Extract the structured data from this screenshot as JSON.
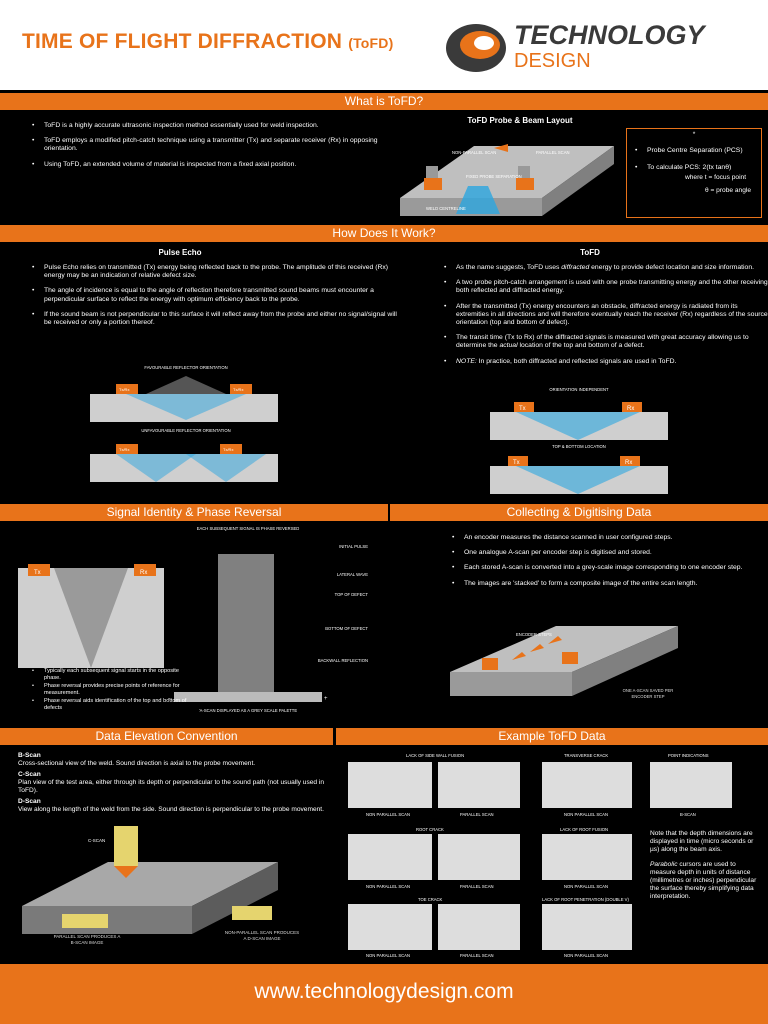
{
  "header": {
    "title_main": "TIME OF FLIGHT DIFFRACTION",
    "title_sub": "(ToFD)",
    "logo_line1": "TECHNOLOGY",
    "logo_line2": "DESIGN"
  },
  "sections": {
    "what": "What is ToFD?",
    "how": "How Does It Work?",
    "signal": "Signal Identity & Phase Reversal",
    "collect": "Collecting & Digitising Data",
    "elev": "Data Elevation Convention",
    "example": "Example ToFD Data"
  },
  "what_bullets": [
    "ToFD is a highly accurate ultrasonic inspection method essentially used for weld inspection.",
    "ToFD employs a modified pitch-catch technique using a transmitter (Tx) and separate receiver (Rx) in opposing orientation.",
    "Using ToFD, an extended volume of material is inspected from a fixed axial position."
  ],
  "probe": {
    "title": "ToFD Probe & Beam Layout",
    "nonparallel": "NON-PARALLEL SCAN",
    "parallel": "PARALLEL SCAN",
    "fixed": "FIXED PROBE SEPARATION",
    "weld": "WELD CENTRELINE"
  },
  "pcs": {
    "star": "*",
    "item1": "Probe Centre Separation (PCS)",
    "item2": "To calculate PCS: 2(tx tanθ)",
    "line3": "where t = focus point",
    "line4": "θ = probe angle"
  },
  "pulse": {
    "title": "Pulse Echo",
    "bullets": [
      "Pulse Echo relies on transmitted (Tx) energy being reflected back to the probe. The amplitude of this received (Rx) energy may be an indication of relative defect size.",
      "The angle of incidence is equal to the angle of reflection therefore transmitted sound beams must encounter a perpendicular surface to reflect the energy with optimum efficiency back to the probe.",
      "If the sound beam is not perpendicular to this surface it will reflect away from the probe and either no signal/signal will be received or only a portion thereof."
    ],
    "fav": "FAVOURABLE REFLECTOR ORIENTATION",
    "unfav": "UNFAVOURABLE REFLECTOR ORIENTATION",
    "txrx": "Tx/Rx"
  },
  "tofd": {
    "title": "ToFD",
    "b1_pre": "As the name suggests, ToFD uses ",
    "b1_em": "diffracted",
    "b1_post": " energy to provide defect location and size information.",
    "b2": "A two probe pitch-catch arrangement is used with one probe transmitting energy and the other receiving both reflected and diffracted energy.",
    "b3": "After the transmitted (Tx) energy encounters an obstacle, diffracted energy is radiated from its extremities in all directions and will therefore eventually reach the receiver (Rx) regardless of the source orientation (top and bottom of defect).",
    "b4_pre": "The transit time (Tx to Rx) of the diffracted signals is measured with great accuracy allowing us to determine the ",
    "b4_em": "actual",
    "b4_post": " location of the top and bottom of a defect.",
    "b5_em": "NOTE:",
    "b5_post": " In practice, both diffracted and reflected signals are used in ToFD.",
    "orient": "ORIENTATION INDEPENDENT",
    "topbottom": "TOP & BOTTOM LOCATION",
    "tx": "Tx",
    "rx": "Rx"
  },
  "signal": {
    "note": "EACH SUBSEQUENT SIGNAL IS PHASE REVERSED",
    "initial": "INITIAL PULSE",
    "lateral": "LATERAL WAVE",
    "topdef": "TOP OF DEFECT",
    "botdef": "BOTTOM OF DEFECT",
    "backwall": "BACKWALL REFLECTION",
    "palette": "'A-SCAN DISPLAYED AS A GREY SCALE PALETTE",
    "minus": "-",
    "plus": "+",
    "bullets": [
      "Typically each subsequent signal starts in the opposite phase.",
      "Phase reversal provides precise points of reference for measurement.",
      "Phase reversal aids identification of the top and bottom of defects"
    ]
  },
  "collect": {
    "bullets": [
      "An encoder measures the distance scanned in user configured steps.",
      "One analogue A-scan per encoder step is digitised and stored.",
      "Each stored A-scan is converted into a grey-scale image corresponding to one encoder step.",
      "The images are 'stacked' to form a composite image of the entire scan length."
    ],
    "encoder": "ENCODER STEPS",
    "oneascan": "ONE A-SCAN SAVED PER ENCODER STEP"
  },
  "elev": {
    "bscan_t": "B-Scan",
    "bscan": "Cross-sectional view of the weld. Sound direction is axial to the probe movement.",
    "cscan_t": "C-Scan",
    "cscan": "Plan view of the test area, either through its depth or perpendicular to the sound path (not usually used in ToFD).",
    "dscan_t": "D-Scan",
    "dscan": "View along the length of the weld from the side. Sound direction is perpendicular to the probe movement.",
    "clabel": "C-SCAN",
    "plabel": "PARALLEL SCAN PRODUCES A B-SCAN IMAGE",
    "nplabel": "NON-PARALLEL SCAN PRODUCES A D-SCAN IMAGE"
  },
  "example": {
    "c1": "LACK OF SIDE WALL FUSION",
    "c2": "TRANSVERSE CRACK",
    "c3": "POINT INDICATIONS",
    "c4": "ROOT CRACK",
    "c5": "LACK OF ROOT FUSION",
    "c6": "TOE CRACK",
    "c7": "LACK OF ROOT PENETRATION (DOUBLE V)",
    "np": "NON PARALLEL SCAN",
    "p": "PARALLEL SCAN",
    "bscan": "B-SCAN",
    "note1": "Note that the depth dimensions are displayed in time (micro seconds or µs) along the beam axis.",
    "note2_em": "Parabolic",
    "note2": " cursors are used to measure depth in units of distance (millimetres or inches) perpendicular the surface thereby simplifying data interpretation."
  },
  "footer": {
    "url": "www.technologydesign.com"
  },
  "colors": {
    "accent": "#e8731a",
    "bg": "#000000"
  }
}
